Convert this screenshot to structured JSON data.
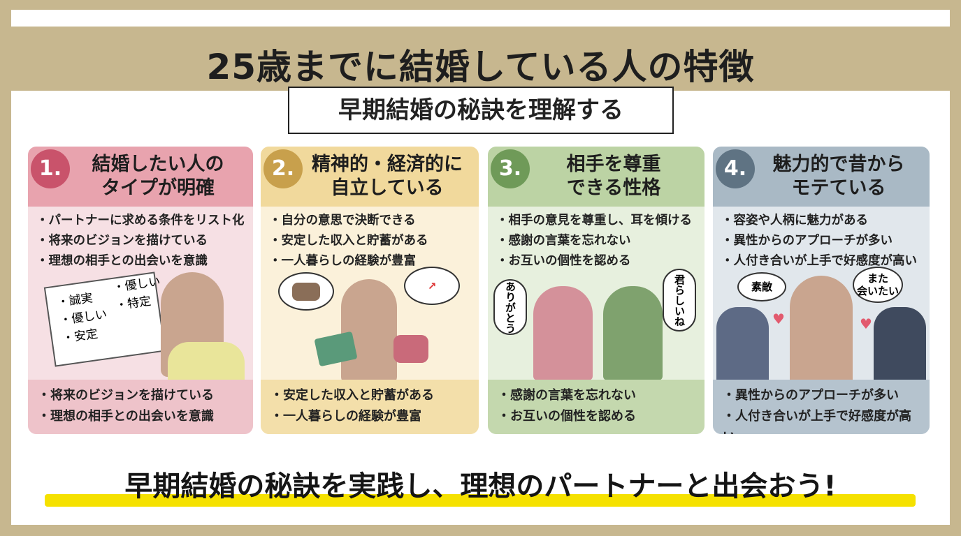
{
  "title": "25歳までに結婚している人の特徴",
  "subtitle": "早期結婚の秘訣を理解する",
  "cards": [
    {
      "number": "1.",
      "heading": "結婚したい人の\nタイプが明確",
      "color_head": "#e8a3ae",
      "color_body": "#f6e0e4",
      "color_num": "#c9536b",
      "color_foot": "#eec3ca",
      "points": [
        "・パートナーに求める条件をリスト化",
        "・将来のビジョンを描けている",
        "・理想の相手との出会いを意識"
      ],
      "illustration_text": [
        "・誠実",
        "・優しい",
        "・安定",
        "・優しい",
        "・特定"
      ],
      "footer": [
        "・将来のビジョンを描けている",
        "・理想の相手との出会いを意識"
      ]
    },
    {
      "number": "2.",
      "heading": "精神的・経済的に\n自立している",
      "color_head": "#f1d99c",
      "color_body": "#fbf1da",
      "color_num": "#c8a04c",
      "color_foot": "#f3dfaa",
      "points": [
        "・自分の意思で決断できる",
        "・安定した収入と貯蓄がある",
        "・一人暮らしの経験が豊富"
      ],
      "footer": [
        "・安定した収入と貯蓄がある",
        "・一人暮らしの経験が豊富"
      ]
    },
    {
      "number": "3.",
      "heading": "相手を尊重\nできる性格",
      "color_head": "#bcd3a4",
      "color_body": "#e7f0de",
      "color_num": "#6f9a58",
      "color_foot": "#c4d8ae",
      "points": [
        "・相手の意見を尊重し、耳を傾ける",
        "・感謝の言葉を忘れない",
        "・お互いの個性を認める"
      ],
      "bubbles": [
        "ありがとう",
        "君らしいね"
      ],
      "footer": [
        "・感謝の言葉を忘れない",
        "・お互いの個性を認める"
      ]
    },
    {
      "number": "4.",
      "heading": "魅力的で昔から\nモテている",
      "color_head": "#a9b9c5",
      "color_body": "#e1e7ec",
      "color_num": "#5f7383",
      "color_foot": "#b5c3ce",
      "points": [
        "・容姿や人柄に魅力がある",
        "・異性からのアプローチが多い",
        "・人付き合いが上手で好感度が高い"
      ],
      "bubbles": [
        "素敵",
        "また\n会いたい"
      ],
      "footer": [
        "・異性からのアプローチが多い",
        "・人付き合いが上手で好感度が高い"
      ]
    }
  ],
  "slogan": "早期結婚の秘訣を実践し、理想のパートナーと出会おう!"
}
